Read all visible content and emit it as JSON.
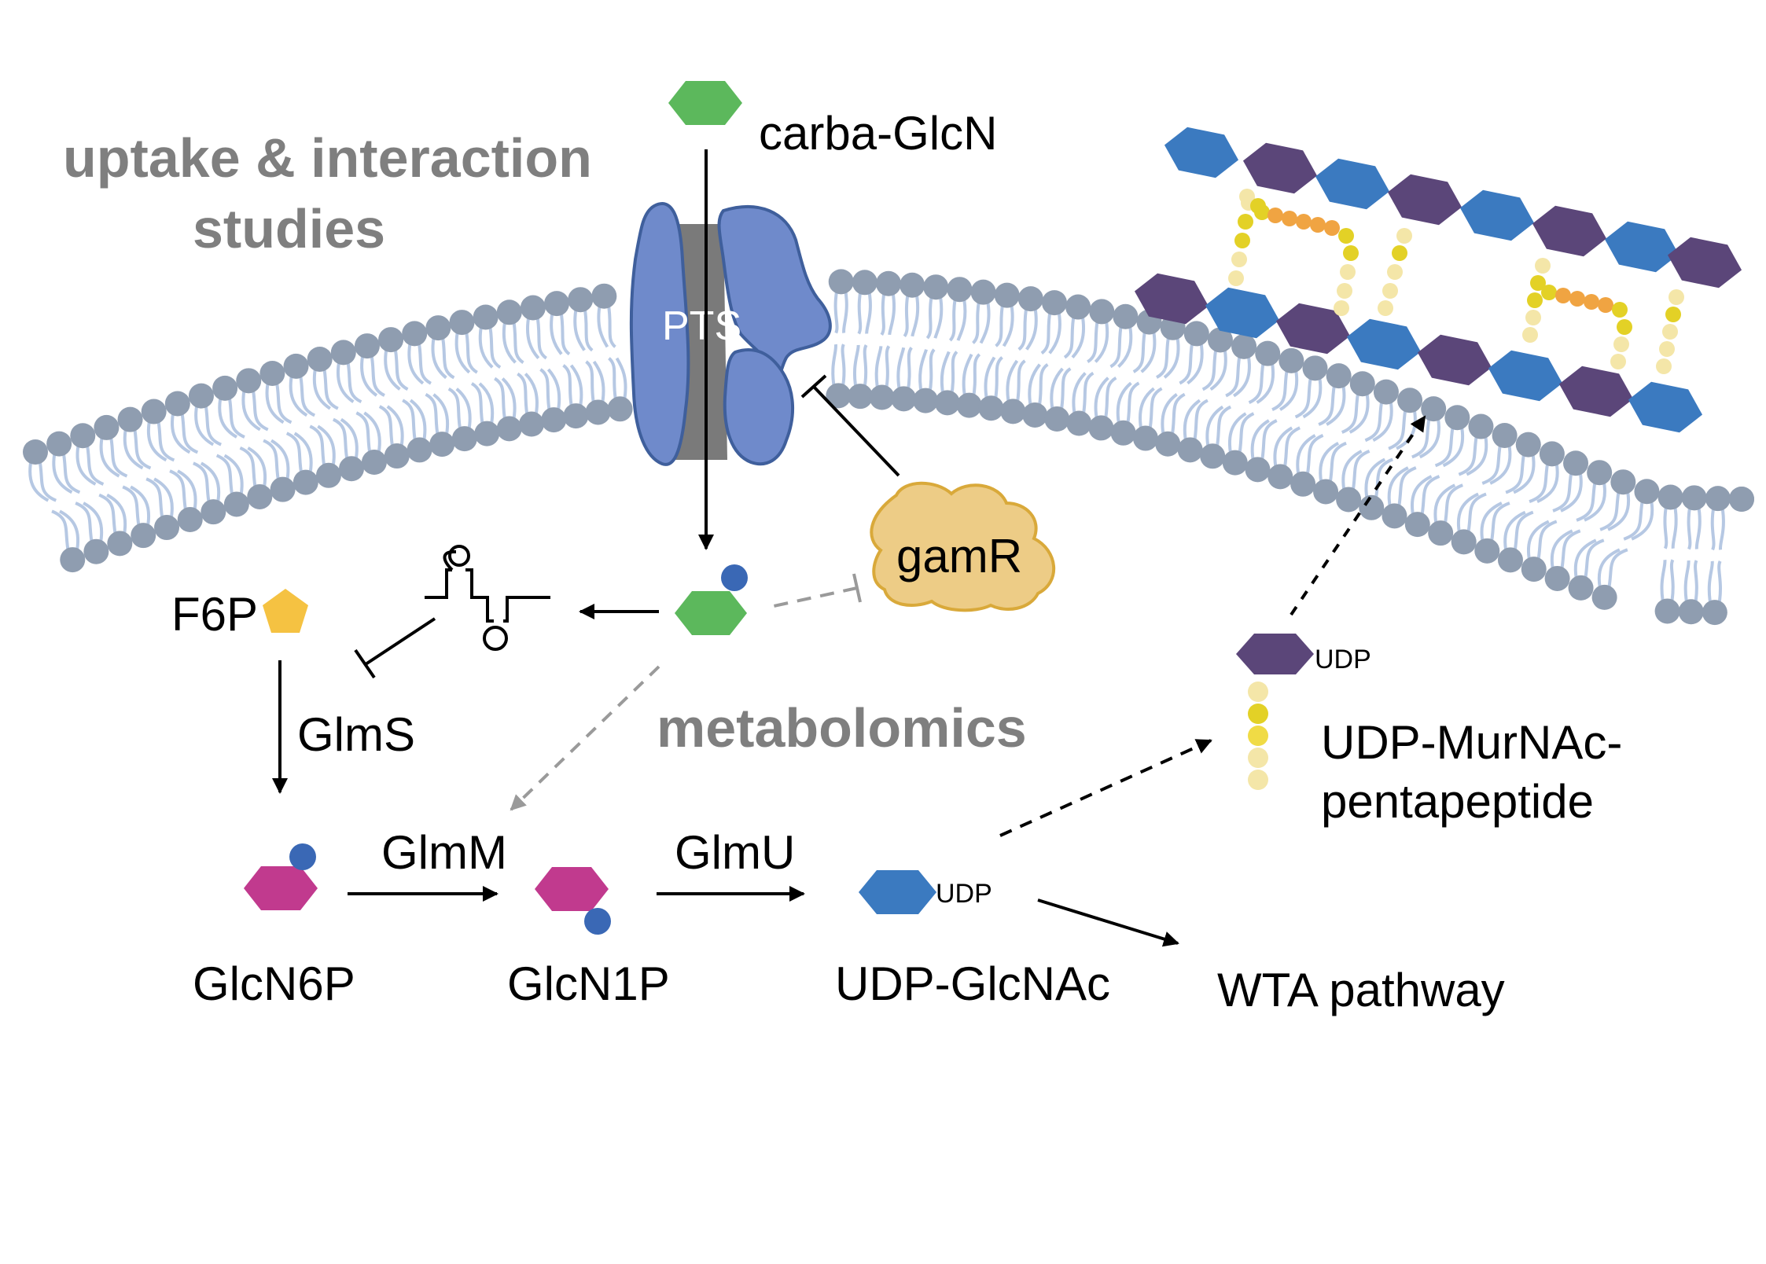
{
  "sections": {
    "uptake_line1": "uptake & interaction",
    "uptake_line2": "studies",
    "metabolomics": "metabolomics"
  },
  "molecules": {
    "carba_glcn": "carba-GlcN",
    "f6p": "F6P",
    "glcn6p": "GlcN6P",
    "glcn1p": "GlcN1P",
    "udp_glcnac": "UDP-GlcNAc",
    "udp_tag_glcnac": "UDP",
    "udp_tag_murnac": "UDP",
    "udp_murnac_line1": "UDP-MurNAc-",
    "udp_murnac_line2": "pentapeptide",
    "wta": "WTA pathway"
  },
  "proteins": {
    "pts": "PTS",
    "gamr": "gamR"
  },
  "enzymes": {
    "glms": "GlmS",
    "glmm": "GlmM",
    "glmu": "GlmU"
  },
  "colors": {
    "glcn_green": "#5cb85c",
    "phosphate_blue": "#3a68b5",
    "glcn6p_magenta": "#c13a8e",
    "glcnac_blue": "#3b7ac0",
    "murnac_purple": "#5b4679",
    "f6p_yellow": "#f5c242",
    "pts_blue": "#6f8acb",
    "gamr_tan": "#edcc86",
    "membrane_head": "#8f9db0",
    "membrane_tail": "#b6c8e3",
    "label_gray": "#7f7f7f"
  }
}
